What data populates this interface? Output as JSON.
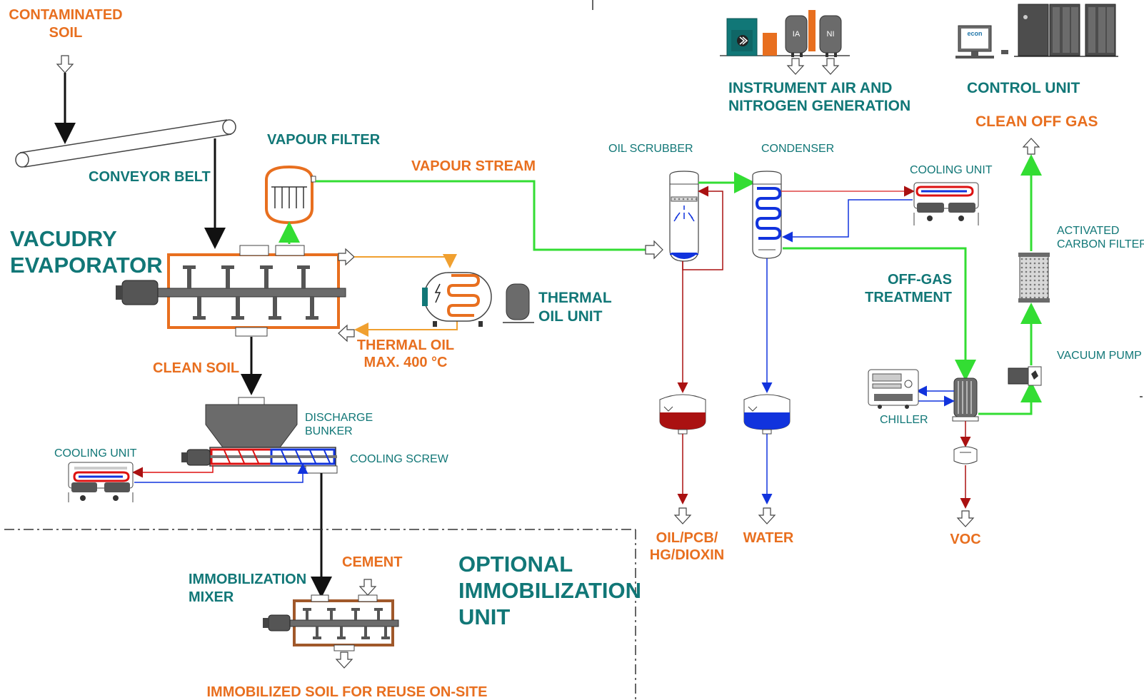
{
  "labels": {
    "contaminated_soil_1": "CONTAMINATED",
    "contaminated_soil_2": "SOIL",
    "conveyor_belt": "CONVEYOR BELT",
    "vacudry_1": "VACUDRY",
    "vacudry_2": "EVAPORATOR",
    "vapour_filter": "VAPOUR FILTER",
    "vapour_stream": "VAPOUR STREAM",
    "thermal_oil_unit_1": "THERMAL",
    "thermal_oil_unit_2": "OIL UNIT",
    "thermal_oil_1": "THERMAL OIL",
    "thermal_oil_2": "MAX. 400 °C",
    "clean_soil": "CLEAN SOIL",
    "discharge_bunker_1": "DISCHARGE",
    "discharge_bunker_2": "BUNKER",
    "cooling_unit_left": "COOLING UNIT",
    "cooling_screw": "COOLING SCREW",
    "immob_mixer_1": "IMMOBILIZATION",
    "immob_mixer_2": "MIXER",
    "cement": "CEMENT",
    "optional_1": "OPTIONAL",
    "optional_2": "IMMOBILIZATION",
    "optional_3": "UNIT",
    "immobilized_soil": "IMMOBILIZED SOIL FOR REUSE ON-SITE",
    "instrument_air_1": "INSTRUMENT AIR AND",
    "instrument_air_2": "NITROGEN GENERATION",
    "control_unit": "CONTROL UNIT",
    "clean_off_gas": "CLEAN OFF GAS",
    "oil_scrubber": "OIL SCRUBBER",
    "condenser": "CONDENSER",
    "cooling_unit_right": "COOLING UNIT",
    "activated_1": "ACTIVATED",
    "activated_2": "CARBON FILTER",
    "off_gas_1": "OFF-GAS",
    "off_gas_2": "TREATMENT",
    "vacuum_pump": "VACUUM PUMP",
    "chiller": "CHILLER",
    "oil_pcb_1": "OIL/PCB/",
    "oil_pcb_2": "HG/DIOXIN",
    "water": "WATER",
    "voc": "VOC",
    "ia_tag": "IA",
    "ni_tag": "NI",
    "econ_logo": "econ"
  },
  "colors": {
    "orange": "#e86f1f",
    "teal": "#117777",
    "green": "#33dd33",
    "red": "#aa1111",
    "blue": "#1133dd",
    "gray": "#6b6b6b",
    "dark": "#3a3a3a"
  }
}
